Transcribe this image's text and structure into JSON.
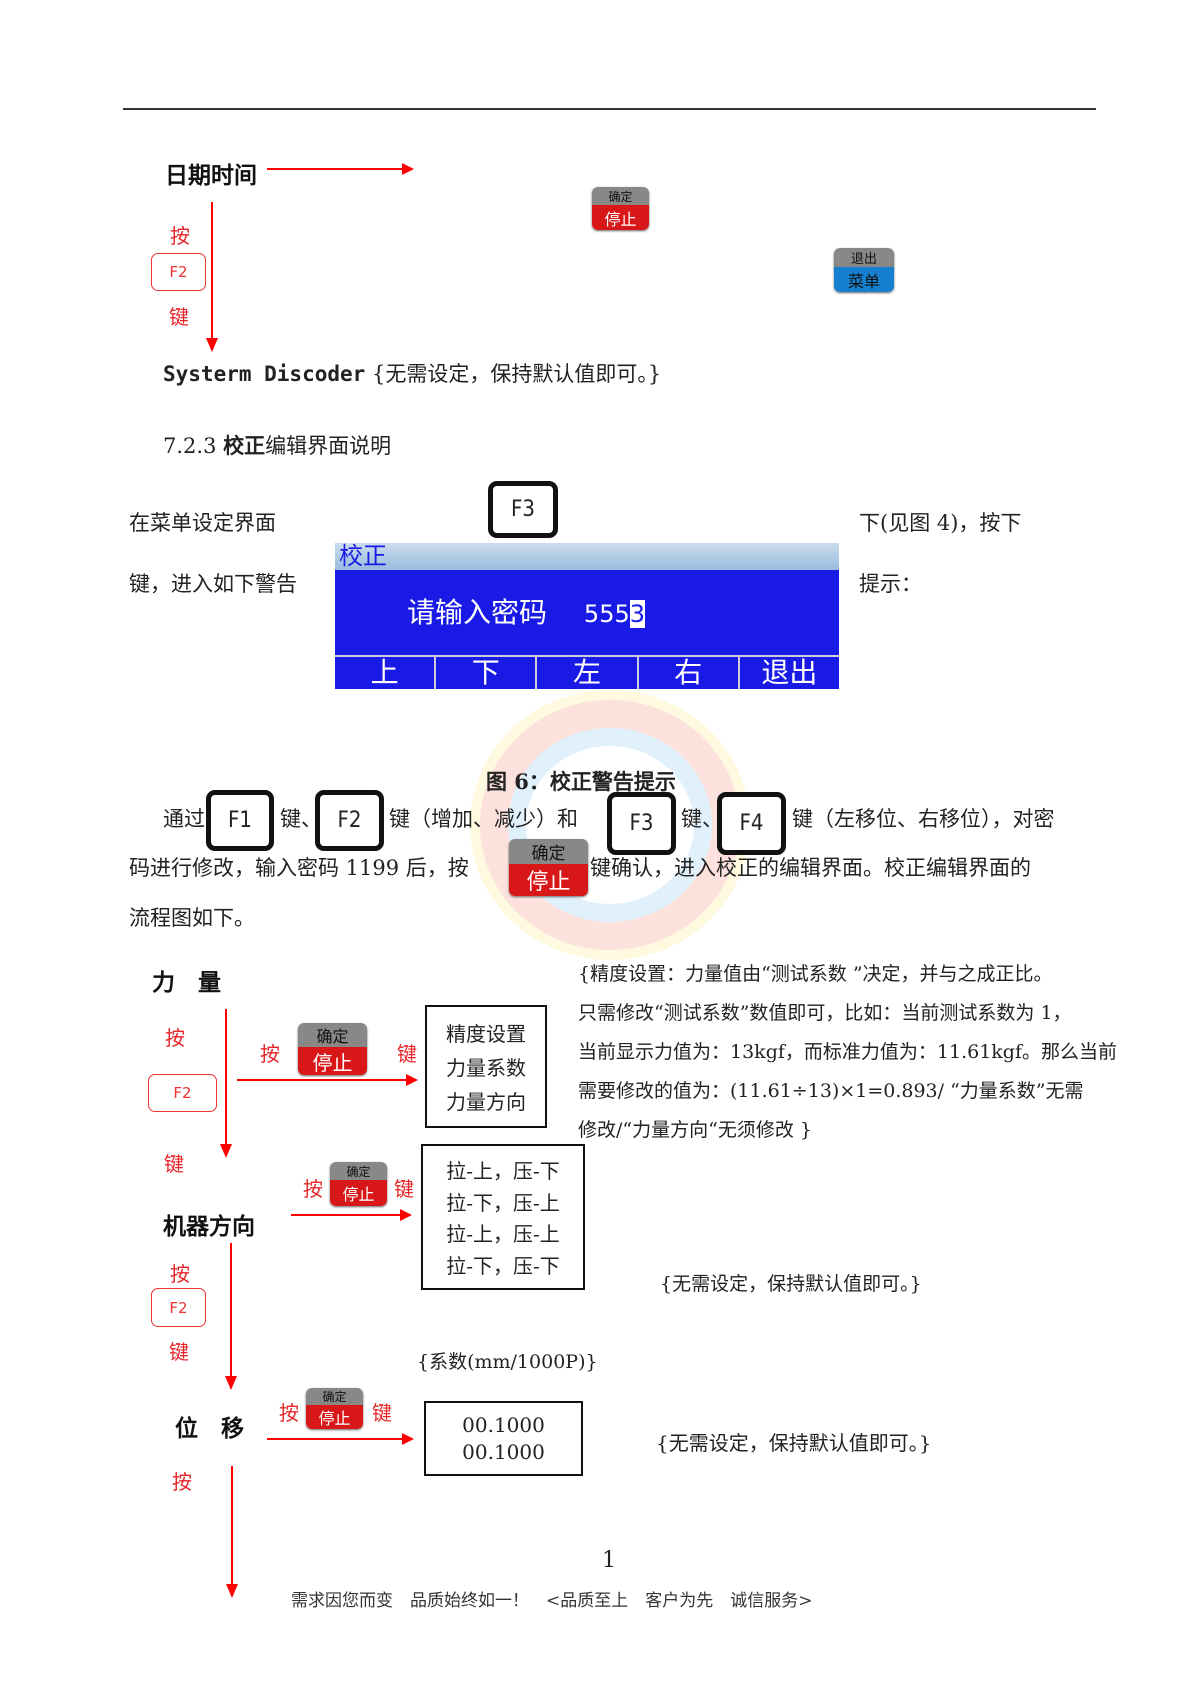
{
  "top_section": {
    "date_time": "日期时间",
    "press": "按",
    "f2": "F2",
    "key": "键",
    "confirm_top": "确定",
    "confirm_bottom": "停止",
    "exit_top": "退出",
    "exit_bottom": "菜单",
    "systerm_discoder": "Systerm Discoder",
    "no_setting": "{无需设定，保持默认值即可。}"
  },
  "section": {
    "number": "7.2.3",
    "title_bold": "校正",
    "title_rest": "编辑界面说明"
  },
  "intro": {
    "line1_left": "在菜单设定界面",
    "line1_right": "下(见图 4)，按下",
    "line2_left": "键，进入如下警告",
    "line2_right": "提示：",
    "f3": "F3"
  },
  "lcd": {
    "title": "校正",
    "prompt": "请输入密码",
    "value": "555",
    "cursor": "3",
    "softkeys": [
      "上",
      "下",
      "左",
      "右",
      "退出"
    ]
  },
  "figure_caption": "图 6：校正警告提示",
  "paragraph": {
    "p1": "通过",
    "f1": "F1",
    "k1": "键、",
    "f2": "F2",
    "k2": "键（增加、减少）和",
    "f3": "F3",
    "k3": "键、",
    "f4": "F4",
    "k4": "键（左移位、右移位），对密",
    "line2_a": "码进行修改，输入密码 1199 后，按",
    "line2_b": "键确认，进入校正的编辑界面。校正编辑界面的",
    "line3": "流程图如下。",
    "confirm_top": "确定",
    "confirm_bottom": "停止"
  },
  "flow": {
    "force": "力　量",
    "direction": "机器方向",
    "displacement": "位　移",
    "press": "按",
    "key": "键",
    "f2": "F2",
    "confirm_top": "确定",
    "confirm_bottom": "停止",
    "box1": [
      "精度设置",
      "力量系数",
      "力量方向"
    ],
    "box2": [
      "拉-上，压-下",
      "拉-下，压-上",
      "拉-上，压-上",
      "拉-下，压-下"
    ],
    "box3": [
      "00.1000",
      "00.1000"
    ],
    "note1": [
      "{精度设置：力量值由“测试系数 ”决定，并与之成正比。",
      "只需修改“测试系数”数值即可，比如：当前测试系数为 1，",
      "当前显示力值为：13kgf，而标准力值为：11.61kgf。那么当前",
      "需要修改的值为：(11.61÷13)×1=0.893/ “力量系数”无需",
      "修改/“力量方向“无须修改 }"
    ],
    "note2": "{无需设定，保持默认值即可。}",
    "coef_label": "{系数(mm/1000P)}",
    "note3": "{无需设定，保持默认值即可。}"
  },
  "footer": {
    "page_number": "1",
    "slogan": "需求因您而变　品质始终如一！　<品质至上　客户为先　诚信服务>"
  }
}
